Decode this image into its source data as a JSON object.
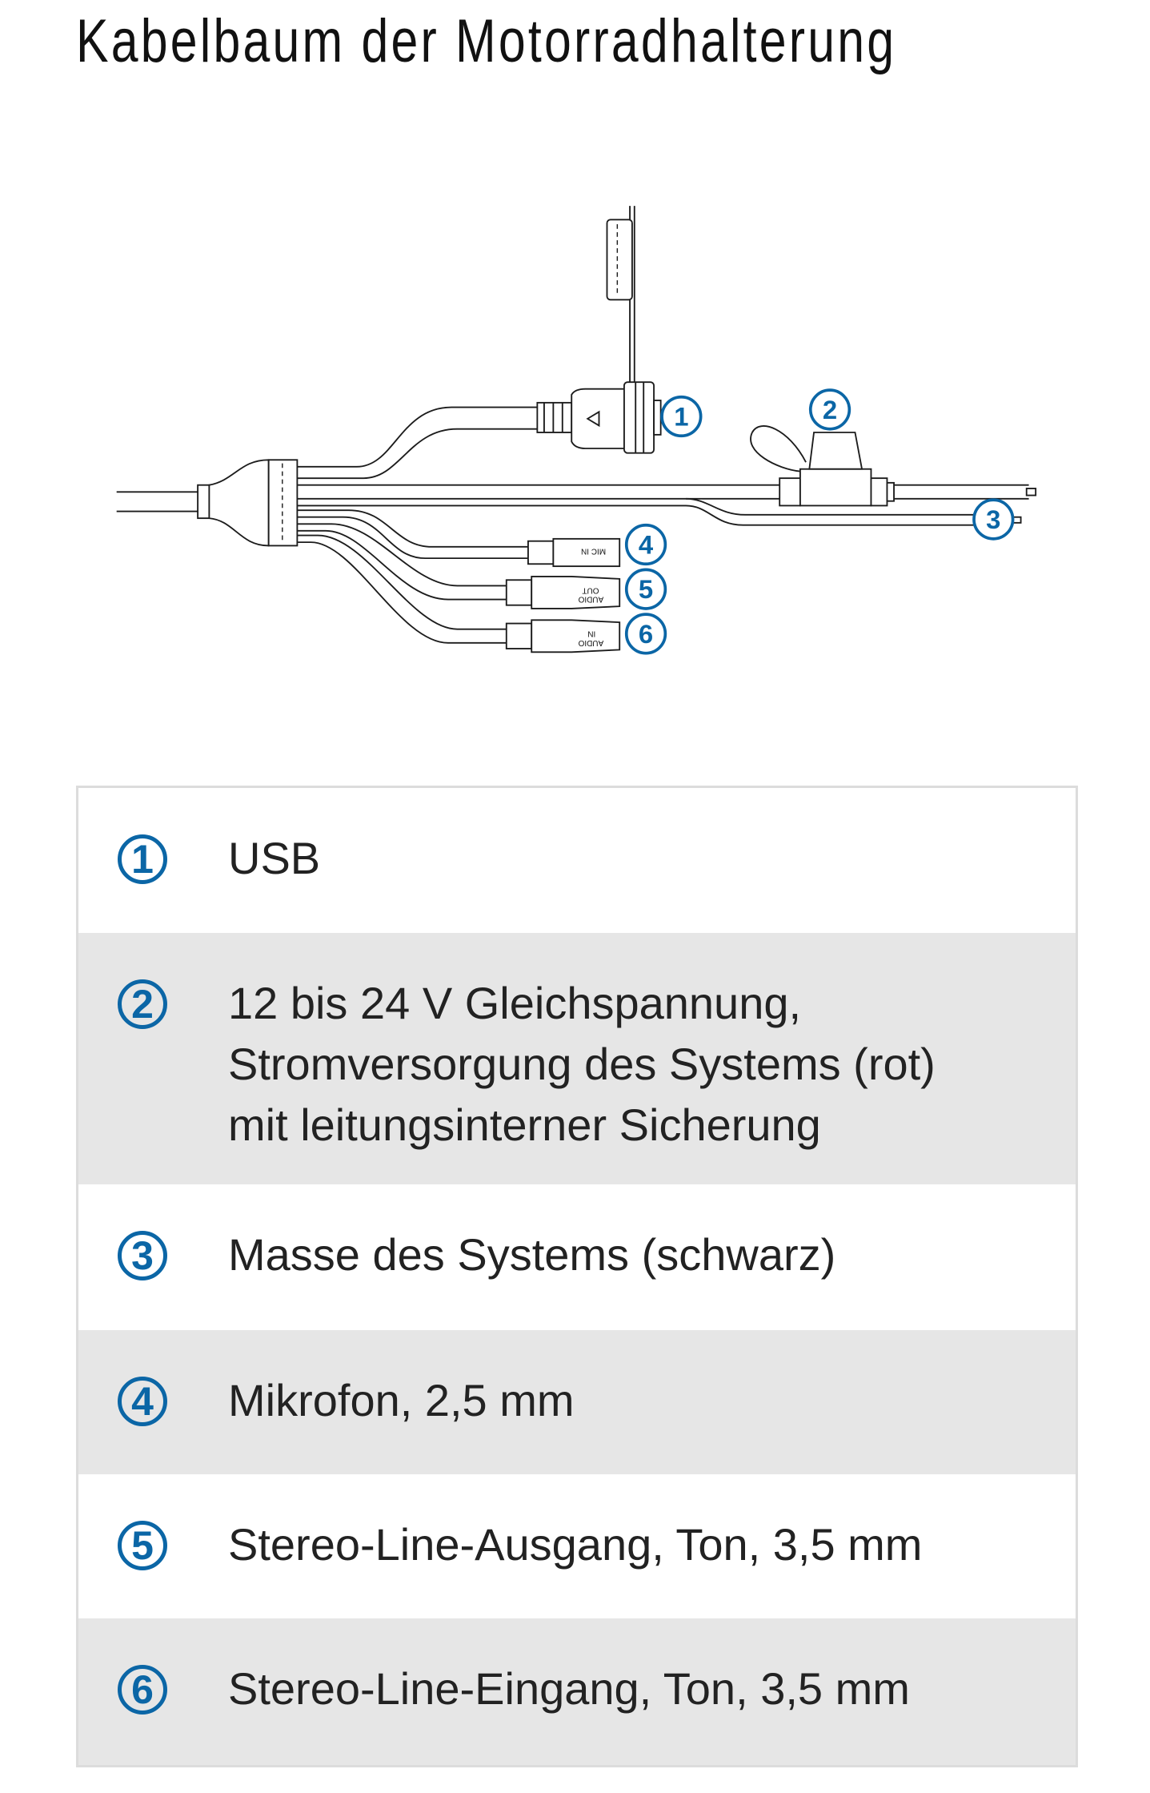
{
  "title": "Kabelbaum der Motorradhalterung",
  "diagram": {
    "callouts": [
      "1",
      "2",
      "3",
      "4",
      "5",
      "6"
    ],
    "connector_labels": {
      "mic": "MIC IN",
      "audio_out": [
        "AUDIO",
        "OUT"
      ],
      "audio_in": [
        "AUDIO",
        "IN"
      ]
    }
  },
  "legend": [
    {
      "number": "1",
      "lines": [
        "USB"
      ]
    },
    {
      "number": "2",
      "lines": [
        "12 bis 24 V Gleichspannung,",
        "Stromversorgung des Systems (rot)",
        "mit leitungsinterner Sicherung"
      ]
    },
    {
      "number": "3",
      "lines": [
        "Masse des Systems (schwarz)"
      ]
    },
    {
      "number": "4",
      "lines": [
        "Mikrofon, 2,5 mm"
      ]
    },
    {
      "number": "5",
      "lines": [
        "Stereo-Line-Ausgang, Ton, 3,5 mm"
      ]
    },
    {
      "number": "6",
      "lines": [
        "Stereo-Line-Eingang, Ton, 3,5 mm"
      ]
    }
  ],
  "colors": {
    "accent": "#0b66a6",
    "row_alt": "#e6e6e6",
    "border": "#dcdcdc"
  }
}
